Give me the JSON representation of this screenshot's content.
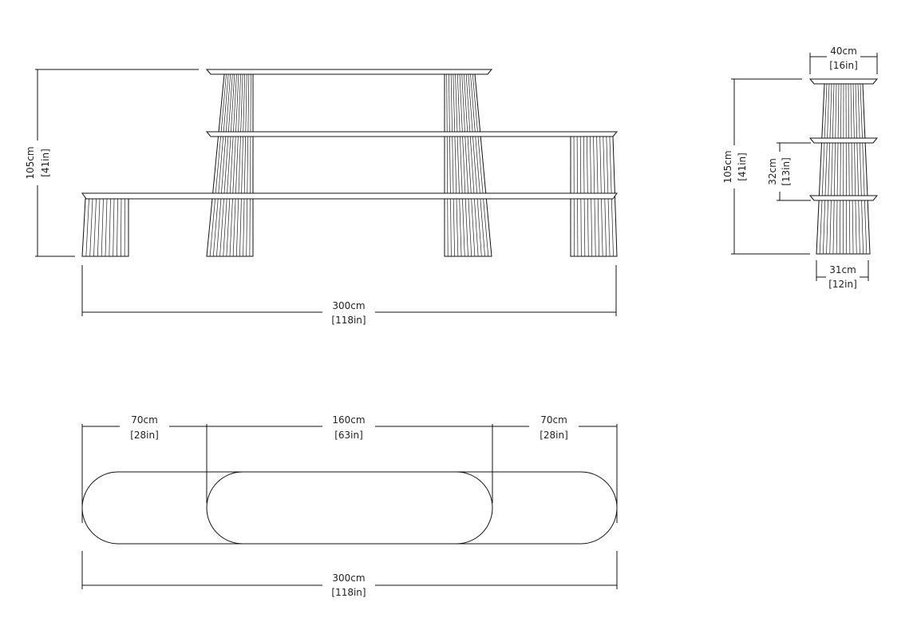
{
  "front_view": {
    "height_cm": "105cm",
    "height_in": "[41in]",
    "width_cm": "300cm",
    "width_in": "[118in]"
  },
  "side_view": {
    "top_width_cm": "40cm",
    "top_width_in": "[16in]",
    "height_cm": "105cm",
    "height_in": "[41in]",
    "shelf_gap_cm": "32cm",
    "shelf_gap_in": "[13in]",
    "base_width_cm": "31cm",
    "base_width_in": "[12in]"
  },
  "plan_view": {
    "left_cm": "70cm",
    "left_in": "[28in]",
    "middle_cm": "160cm",
    "middle_in": "[63in]",
    "right_cm": "70cm",
    "right_in": "[28in]",
    "total_cm": "300cm",
    "total_in": "[118in]"
  }
}
